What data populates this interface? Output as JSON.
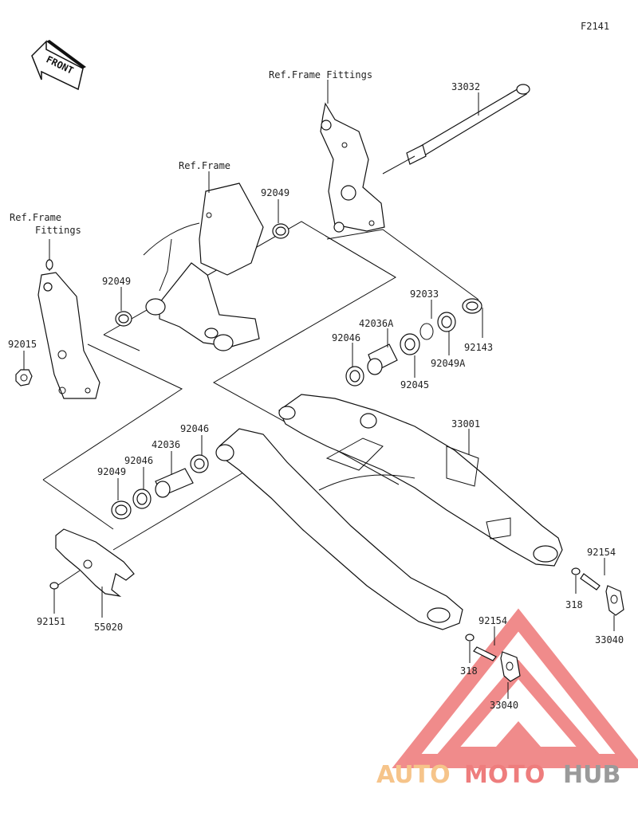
{
  "diagram": {
    "code": "F2141",
    "front_label": "FRONT",
    "refs": {
      "frame_fittings_top": "Ref.Frame Fittings",
      "frame": "Ref.Frame",
      "frame_fittings_left_1": "Ref.Frame",
      "frame_fittings_left_2": "Fittings"
    },
    "parts": {
      "p33032": "33032",
      "p92049_top": "92049",
      "p92049_left": "92049",
      "p92015": "92015",
      "p92033": "92033",
      "p42036A": "42036A",
      "p92046_mid": "92046",
      "p92143": "92143",
      "p92049A": "92049A",
      "p92045": "92045",
      "p33001": "33001",
      "p92046_a": "92046",
      "p42036": "42036",
      "p92046_b": "92046",
      "p92049_b": "92049",
      "p92154_r": "92154",
      "p318_r": "318",
      "p33040_r": "33040",
      "p92154_c": "92154",
      "p318_c": "318",
      "p33040_c": "33040",
      "p92151": "92151",
      "p55020": "55020"
    }
  },
  "watermark": {
    "word_1": "AUTO",
    "word_2": "MOTO",
    "word_3": "HUB",
    "color_auto": "#f6c48a",
    "color_moto": "#ee7d7d",
    "color_hub": "#9a9a9a"
  }
}
